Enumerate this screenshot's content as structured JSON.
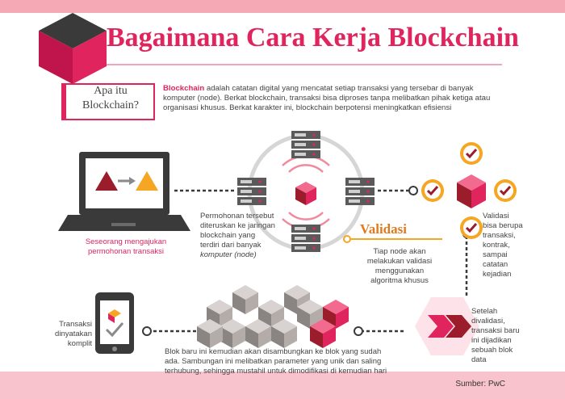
{
  "title": "Bagaimana Cara Kerja Blockchain",
  "apa_itu": {
    "line1": "Apa itu",
    "line2": "Blockchain?"
  },
  "description": {
    "keyword": "Blockchain",
    "text": " adalah catatan digital yang mencatat setiap transaksi yang tersebar di banyak komputer (node). Berkat blockchain, transaksi bisa diproses tanpa melibatkan pihak ketiga atau organisasi khusus. Berkat karakter ini, blockchain berpotensi meningkatkan efisiensi"
  },
  "steps": {
    "request": {
      "line1": "Seseorang mengajukan",
      "line2": "permohonan transaksi"
    },
    "network": {
      "line1": "Permohonan tersebut",
      "line2": "diteruskan ke jaringan",
      "line3": "blockchain yang",
      "line4": "terdiri dari banyak",
      "line5": "komputer (node)"
    },
    "validasi_title": "Validasi",
    "validation": {
      "line1": "Tiap node akan",
      "line2": "melakukan validasi",
      "line3": "menggunakan",
      "line4": "algoritma khusus"
    },
    "validation_kinds": {
      "line1": "Validasi",
      "line2": "bisa berupa",
      "line3": "transaksi,",
      "line4": "kontrak,",
      "line5": "sampai",
      "line6": "catatan",
      "line7": "kejadian"
    },
    "new_block": {
      "line1": "Setelah",
      "line2": "divalidasi,",
      "line3": "transaksi baru",
      "line4": "ini dijadikan",
      "line5": "sebuah blok",
      "line6": "data"
    },
    "chain": {
      "line1": "Blok baru ini kemudian akan disambungkan ke blok yang sudah",
      "line2": "ada. Sambungan ini melibatkan parameter yang unik dan saling",
      "line3": "terhubung, sehingga mustahil untuk dimodifikasi di kemudian hari"
    },
    "complete": {
      "line1": "Transaksi",
      "line2": "dinyatakan",
      "line3": "komplit"
    }
  },
  "source": "Sumber: PwC",
  "colors": {
    "pink": "#e0245e",
    "orange": "#f5a623",
    "dark_red": "#9b1c2b",
    "gray": "#8a8a8a"
  }
}
